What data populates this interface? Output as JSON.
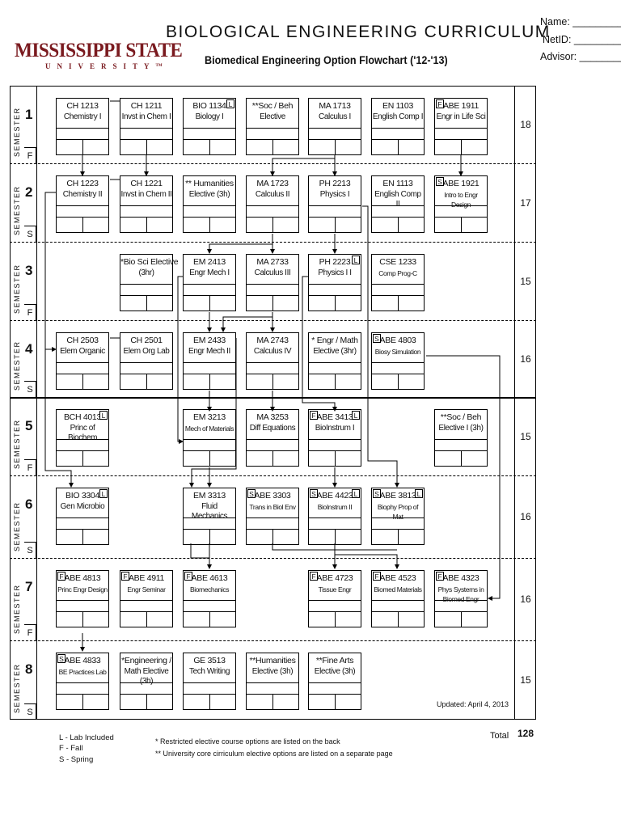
{
  "header": {
    "logo_main": "MISSISSIPPI STATE",
    "logo_sub": "UNIVERSITY",
    "logo_tm": "TM",
    "title": "BIOLOGICAL ENGINEERING CURRICULUM",
    "subtitle": "Biomedical Engineering  Option Flowchart  ('12-'13)",
    "name_label": "Name: _________",
    "netid_label": "NetID: _________",
    "advisor_label": "Advisor: ________"
  },
  "semester_word": "SEMESTER",
  "semesters": [
    {
      "number": "1",
      "term": "F",
      "credits": "18"
    },
    {
      "number": "2",
      "term": "S",
      "credits": "17"
    },
    {
      "number": "3",
      "term": "F",
      "credits": "15"
    },
    {
      "number": "4",
      "term": "S",
      "credits": "16"
    },
    {
      "number": "5",
      "term": "F",
      "credits": "15"
    },
    {
      "number": "6",
      "term": "S",
      "credits": "16"
    },
    {
      "number": "7",
      "term": "F",
      "credits": "16"
    },
    {
      "number": "8",
      "term": "S",
      "credits": "15"
    }
  ],
  "courses": [
    {
      "sem": 0,
      "col": 0,
      "code": "CH 1213",
      "name": "Chemistry I"
    },
    {
      "sem": 0,
      "col": 1,
      "code": "CH 1211",
      "name": "Invst in Chem I"
    },
    {
      "sem": 0,
      "col": 2,
      "code": "BIO 1134",
      "name": "Biology I",
      "tag_right": "L"
    },
    {
      "sem": 0,
      "col": 3,
      "code": "**Soc / Beh",
      "name": "Elective"
    },
    {
      "sem": 0,
      "col": 4,
      "code": "MA 1713",
      "name": "Calculus I"
    },
    {
      "sem": 0,
      "col": 5,
      "code": "EN 1103",
      "name": "English Comp I"
    },
    {
      "sem": 0,
      "col": 6,
      "code": "ABE 1911",
      "name": "Engr in Life Sci",
      "tag_left": "F"
    },
    {
      "sem": 1,
      "col": 0,
      "code": "CH 1223",
      "name": "Chemistry II"
    },
    {
      "sem": 1,
      "col": 1,
      "code": "CH 1221",
      "name": "Invst in Chem II"
    },
    {
      "sem": 1,
      "col": 2,
      "code": "** Humanities",
      "name": "Elective (3h)"
    },
    {
      "sem": 1,
      "col": 3,
      "code": "MA 1723",
      "name": "Calculus II"
    },
    {
      "sem": 1,
      "col": 4,
      "code": "PH 2213",
      "name": "Physics I"
    },
    {
      "sem": 1,
      "col": 5,
      "code": "EN 1113",
      "name": "English Comp II"
    },
    {
      "sem": 1,
      "col": 6,
      "code": "ABE 1921",
      "name": "Intro to Engr Design",
      "tag_left": "S",
      "small": true
    },
    {
      "sem": 2,
      "col": 1,
      "code": "*Bio Sci Elective",
      "name": "(3hr)"
    },
    {
      "sem": 2,
      "col": 2,
      "code": "EM 2413",
      "name": "Engr Mech I"
    },
    {
      "sem": 2,
      "col": 3,
      "code": "MA 2733",
      "name": "Calculus III"
    },
    {
      "sem": 2,
      "col": 4,
      "code": "PH 2223",
      "name": "Physics I I",
      "tag_right": "L"
    },
    {
      "sem": 2,
      "col": 5,
      "code": "CSE 1233",
      "name": "Comp Prog-C",
      "small": true
    },
    {
      "sem": 3,
      "col": 0,
      "code": "CH 2503",
      "name": "Elem Organic"
    },
    {
      "sem": 3,
      "col": 1,
      "code": "CH 2501",
      "name": "Elem Org Lab"
    },
    {
      "sem": 3,
      "col": 2,
      "code": "EM 2433",
      "name": "Engr Mech II"
    },
    {
      "sem": 3,
      "col": 3,
      "code": "MA 2743",
      "name": "Calculus IV"
    },
    {
      "sem": 3,
      "col": 4,
      "code": "* Engr / Math",
      "name": "Elective (3hr)"
    },
    {
      "sem": 3,
      "col": 5,
      "code": "ABE 4803",
      "name": "Biosy Simulation",
      "tag_left": "S",
      "small": true
    },
    {
      "sem": 4,
      "col": 0,
      "code": "BCH 4013",
      "name": "Princ of Biochem",
      "tag_right": "L"
    },
    {
      "sem": 4,
      "col": 2,
      "code": "EM 3213",
      "name": "Mech of Materials",
      "small": true
    },
    {
      "sem": 4,
      "col": 3,
      "code": "MA 3253",
      "name": "Diff Equations"
    },
    {
      "sem": 4,
      "col": 4,
      "code": "ABE 3413",
      "name": "BioInstrum I",
      "tag_left": "F",
      "tag_right": "L"
    },
    {
      "sem": 4,
      "col": 6,
      "code": "**Soc / Beh",
      "name": "Elective I (3h)"
    },
    {
      "sem": 5,
      "col": 0,
      "code": "BIO 3304",
      "name": "Gen Microbio",
      "tag_right": "L"
    },
    {
      "sem": 5,
      "col": 2,
      "code": "EM 3313",
      "name": "Fluid Mechanics"
    },
    {
      "sem": 5,
      "col": 3,
      "code": "ABE 3303",
      "name": "Trans in Biol Env",
      "tag_left": "S",
      "small": true
    },
    {
      "sem": 5,
      "col": 4,
      "code": "ABE 4423",
      "name": "BioInstrum II",
      "tag_left": "S",
      "tag_right": "L",
      "small": true
    },
    {
      "sem": 5,
      "col": 5,
      "code": "ABE 3813",
      "name": "Biophy Prop of Mat",
      "tag_left": "S",
      "tag_right": "L",
      "small": true
    },
    {
      "sem": 6,
      "col": 0,
      "code": "ABE 4813",
      "name": "Princ Engr Design",
      "tag_left": "F",
      "small": true
    },
    {
      "sem": 6,
      "col": 1,
      "code": "ABE 4911",
      "name": "Engr Seminar",
      "tag_left": "F",
      "small": true
    },
    {
      "sem": 6,
      "col": 2,
      "code": "ABE 4613",
      "name": "Biomechanics",
      "tag_left": "F",
      "small": true
    },
    {
      "sem": 6,
      "col": 4,
      "code": "ABE 4723",
      "name": "Tissue Engr",
      "tag_left": "F",
      "small": true
    },
    {
      "sem": 6,
      "col": 5,
      "code": "ABE 4523",
      "name": "Biomed Materials",
      "tag_left": "F",
      "small": true
    },
    {
      "sem": 6,
      "col": 6,
      "code": "ABE 4323",
      "name": "Phys Systems in Biomed Engr",
      "tag_left": "F",
      "small": true
    },
    {
      "sem": 7,
      "col": 0,
      "code": "ABE 4833",
      "name": "BE Practices Lab",
      "tag_left": "S",
      "small": true
    },
    {
      "sem": 7,
      "col": 1,
      "code": "*Engineering /",
      "name": "Math Elective (3h)"
    },
    {
      "sem": 7,
      "col": 2,
      "code": "GE 3513",
      "name": "Tech Writing"
    },
    {
      "sem": 7,
      "col": 3,
      "code": "**Humanities",
      "name": "Elective  (3h)"
    },
    {
      "sem": 7,
      "col": 4,
      "code": "**Fine Arts",
      "name": "Elective (3h)"
    }
  ],
  "updated": "Updated: April 4, 2013",
  "total_label": "Total",
  "total_value": "128",
  "legend": [
    "L - Lab Included",
    "F - Fall",
    "S - Spring"
  ],
  "notes": [
    "* Restricted elective course options are listed on the back",
    "** University core cirriculum elective options are listed on a separate page"
  ]
}
